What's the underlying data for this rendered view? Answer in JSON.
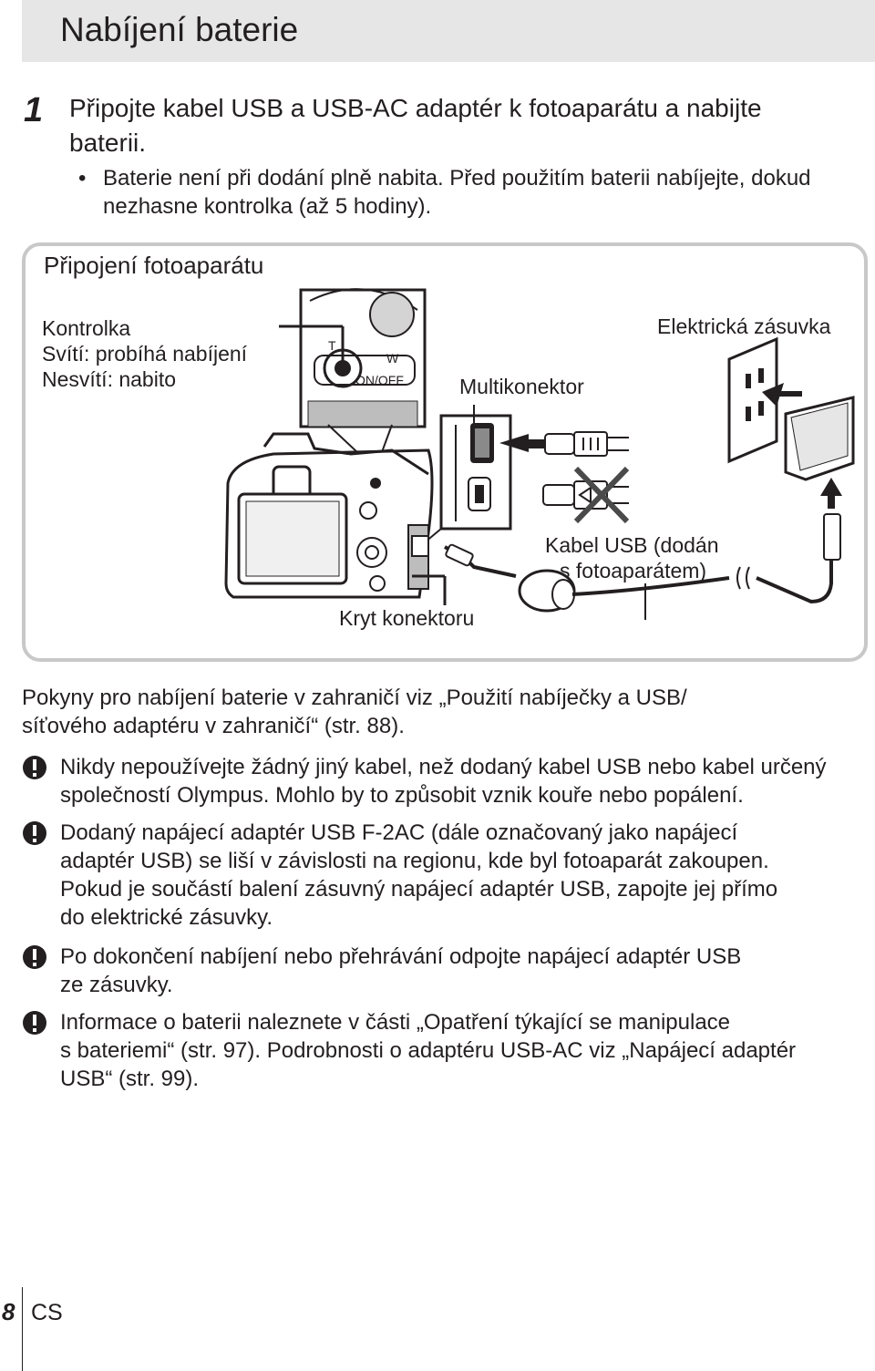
{
  "header": {
    "title": "Nabíjení baterie"
  },
  "step": {
    "number": "1",
    "line1": "Připojte kabel USB a USB-AC adaptér k fotoaparátu a nabijte",
    "line2": "baterii.",
    "bullet_symbol": "•",
    "bullet_line1": "Baterie není při dodání plně nabita. Před použitím baterii nabíjejte, dokud",
    "bullet_line2": "nezhasne kontrolka (až 5 hodiny)."
  },
  "diagram": {
    "title": "Připojení fotoaparátu",
    "kontrolka": "Kontrolka",
    "sviti": "Svítí: probíhá nabíjení",
    "nesviti": "Nesvítí: nabito",
    "zasuvka": "Elektrická zásuvka",
    "multikonektor": "Multikonektor",
    "kabel1": "Kabel USB (dodán",
    "kabel2": "s fotoaparátem)",
    "kryt": "Kryt konektoru",
    "dial_t": "T",
    "dial_w": "W",
    "on_off": "ON/OFF"
  },
  "note": {
    "line1": "Pokyny pro nabíjení baterie v zahraničí viz „Použití nabíječky a USB/",
    "line2": "síťového adaptéru v zahraničí“ (str. 88)."
  },
  "warnings": [
    {
      "lines": [
        "Nikdy nepoužívejte žádný jiný kabel, než dodaný kabel USB nebo kabel určený",
        "společností Olympus. Mohlo by to způsobit vznik kouře nebo popálení."
      ]
    },
    {
      "lines": [
        "Dodaný napájecí adaptér USB F-2AC (dále označovaný jako napájecí",
        "adaptér USB) se liší v závislosti na regionu, kde byl fotoaparát zakoupen.",
        "Pokud je součástí balení zásuvný napájecí adaptér USB, zapojte jej přímo",
        "do elektrické zásuvky."
      ]
    },
    {
      "lines": [
        "Po dokončení nabíjení nebo přehrávání odpojte napájecí adaptér USB",
        "ze zásuvky."
      ]
    },
    {
      "lines": [
        "Informace o baterii naleznete v části „Opatření týkající se manipulace",
        "s bateriemi“ (str. 97). Podrobnosti o adaptéru USB-AC viz „Napájecí adaptér",
        "USB“ (str. 99)."
      ]
    }
  ],
  "footer": {
    "page_number": "8",
    "language": "CS"
  },
  "colors": {
    "title_bar": "#e6e6e6",
    "box_border": "#c8c8c8",
    "text": "#231f20",
    "warning_icon": "#231f20"
  }
}
